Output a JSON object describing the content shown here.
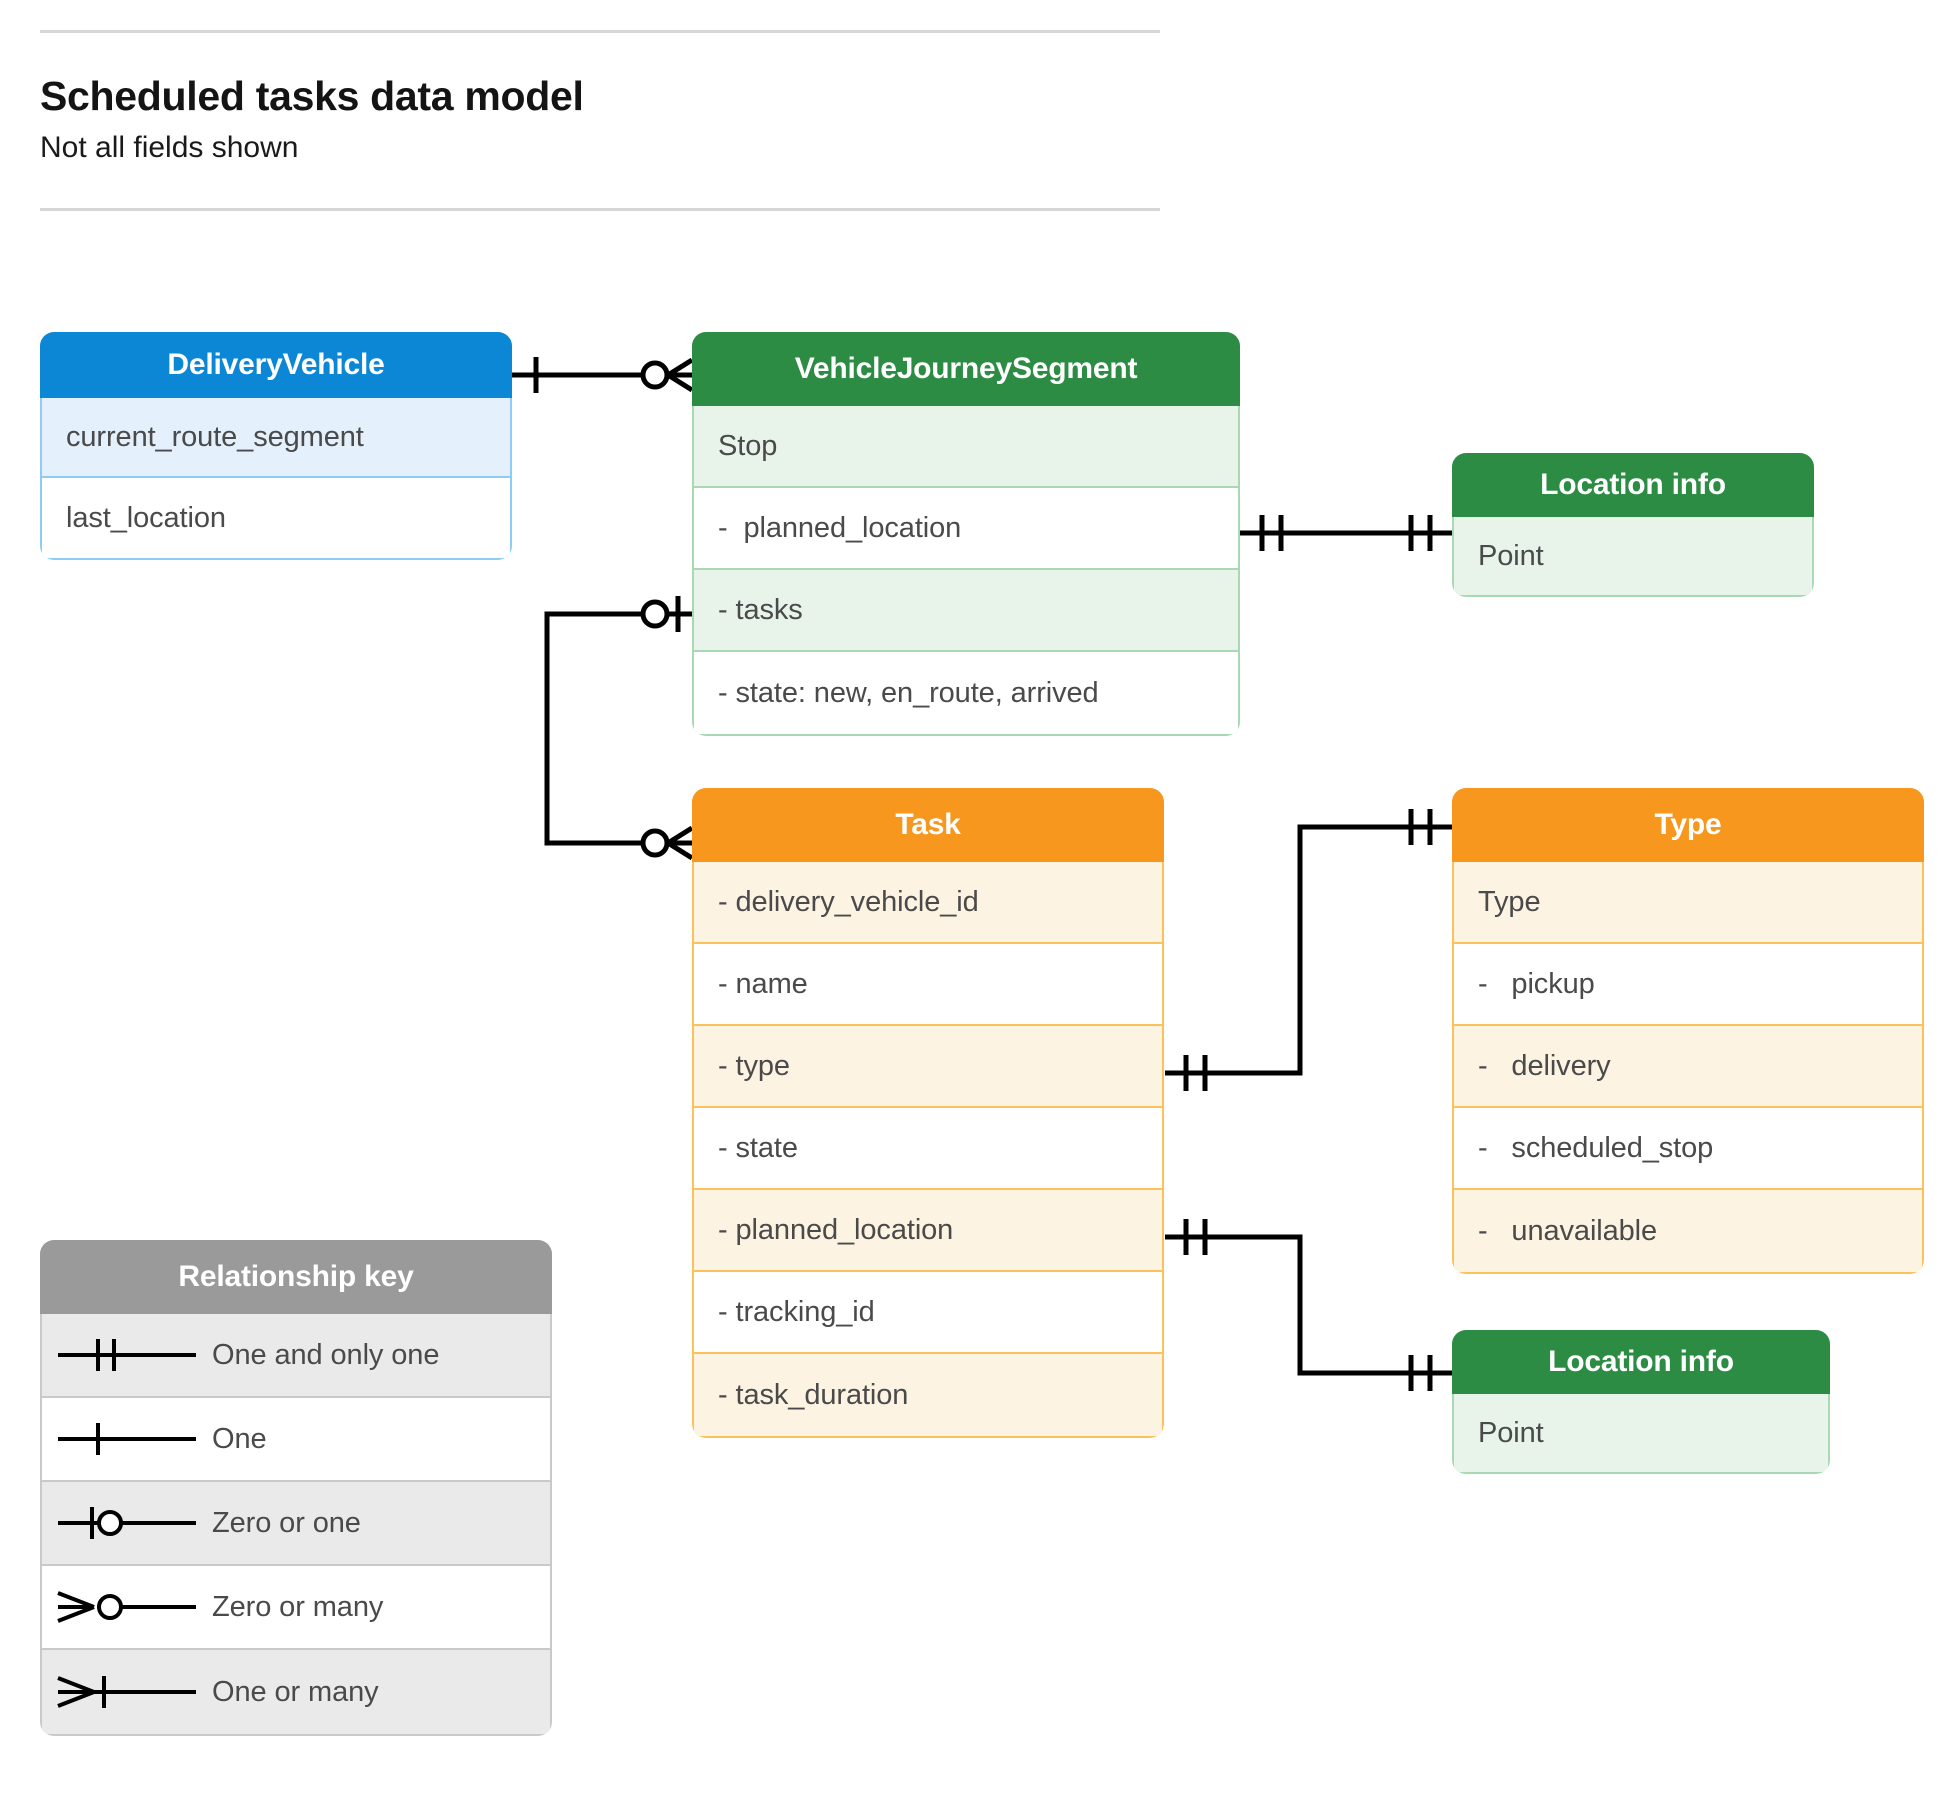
{
  "header": {
    "title": "Scheduled tasks data model",
    "subtitle": "Not all fields shown"
  },
  "colors": {
    "blue_header": "#0b87d6",
    "blue_row": "#e4f0fb",
    "blue_border": "#8ecbf5",
    "green_header": "#2d8c44",
    "green_row": "#e8f4ea",
    "green_border": "#a8d8b4",
    "orange_header": "#f7971d",
    "orange_row": "#fdf3e2",
    "orange_border": "#fbc25c",
    "grey_header": "#9a9a9a",
    "grey_row": "#eaeaea",
    "grey_border": "#c9c9c9",
    "connector": "#000000",
    "text": "#4a4a4a"
  },
  "entities": {
    "delivery_vehicle": {
      "title": "DeliveryVehicle",
      "rows": [
        "current_route_segment",
        "last_location"
      ]
    },
    "vehicle_journey_segment": {
      "title": "VehicleJourneySegment",
      "rows": [
        "Stop",
        "-  planned_location",
        "- tasks",
        "- state: new, en_route, arrived"
      ]
    },
    "location_info_top": {
      "title": "Location info",
      "rows": [
        "Point"
      ]
    },
    "location_info_bottom": {
      "title": "Location info",
      "rows": [
        "Point"
      ]
    },
    "task": {
      "title": "Task",
      "rows": [
        "- delivery_vehicle_id",
        "- name",
        "- type",
        "- state",
        "- planned_location",
        "- tracking_id",
        "- task_duration"
      ]
    },
    "type": {
      "title": "Type",
      "rows": [
        "Type",
        "-   pickup",
        "-   delivery",
        "-   scheduled_stop",
        "-   unavailable"
      ]
    }
  },
  "legend": {
    "title": "Relationship key",
    "items": [
      {
        "symbol": "one-and-only-one",
        "label": "One and only one"
      },
      {
        "symbol": "one",
        "label": "One"
      },
      {
        "symbol": "zero-or-one",
        "label": "Zero or one"
      },
      {
        "symbol": "zero-or-many",
        "label": "Zero or many"
      },
      {
        "symbol": "one-or-many",
        "label": "One or many"
      }
    ]
  },
  "relationships": [
    {
      "name": "deliveryvehicle-to-vehiclejourneysegment",
      "from": "DeliveryVehicle",
      "to": "VehicleJourneySegment",
      "from_cardinality": "one",
      "to_cardinality": "zero-or-many"
    },
    {
      "name": "vehiclejourneysegment-plannedlocation-to-locationinfo",
      "from": "VehicleJourneySegment.planned_location",
      "to": "Location info",
      "from_cardinality": "one-and-only-one",
      "to_cardinality": "one-and-only-one"
    },
    {
      "name": "vehiclejourneysegment-tasks-to-task",
      "from": "VehicleJourneySegment.tasks",
      "to": "Task",
      "from_cardinality": "zero-or-one",
      "to_cardinality": "zero-or-many"
    },
    {
      "name": "task-type-to-type",
      "from": "Task.type",
      "to": "Type",
      "from_cardinality": "one-and-only-one",
      "to_cardinality": "one-and-only-one"
    },
    {
      "name": "task-plannedlocation-to-locationinfo",
      "from": "Task.planned_location",
      "to": "Location info",
      "from_cardinality": "one-and-only-one",
      "to_cardinality": "one-and-only-one"
    }
  ]
}
